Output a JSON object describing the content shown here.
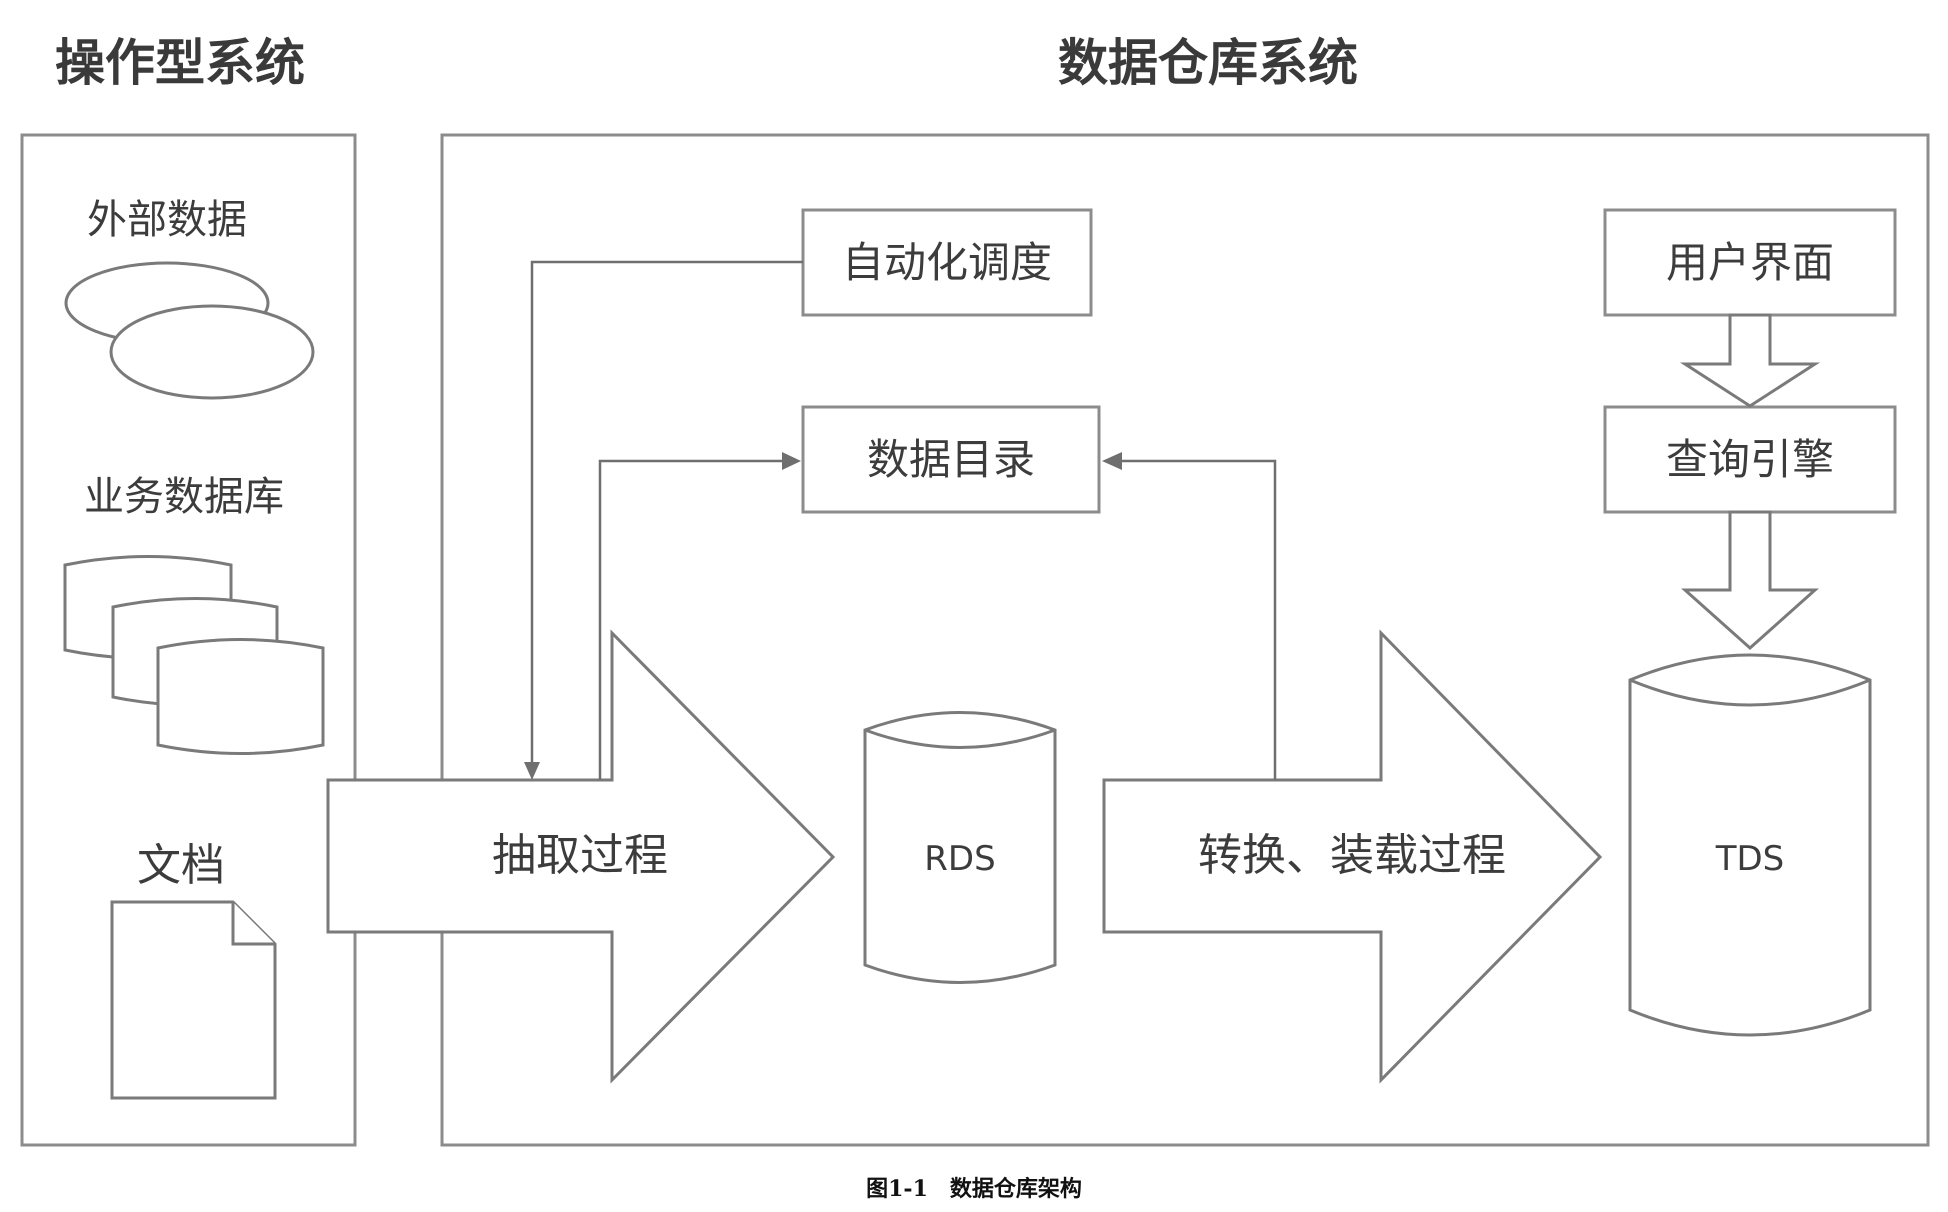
{
  "titles": {
    "operational": "操作型系统",
    "warehouse": "数据仓库系统"
  },
  "left_panel": {
    "external_data": "外部数据",
    "business_db": "业务数据库",
    "documents": "文档"
  },
  "boxes": {
    "auto_schedule": "自动化调度",
    "data_catalog": "数据目录",
    "user_interface": "用户界面",
    "query_engine": "查询引擎"
  },
  "arrows": {
    "extract": "抽取过程",
    "transform_load": "转换、装载过程"
  },
  "cylinders": {
    "rds": "RDS",
    "tds": "TDS"
  },
  "caption": "图1-1　数据仓库架构"
}
